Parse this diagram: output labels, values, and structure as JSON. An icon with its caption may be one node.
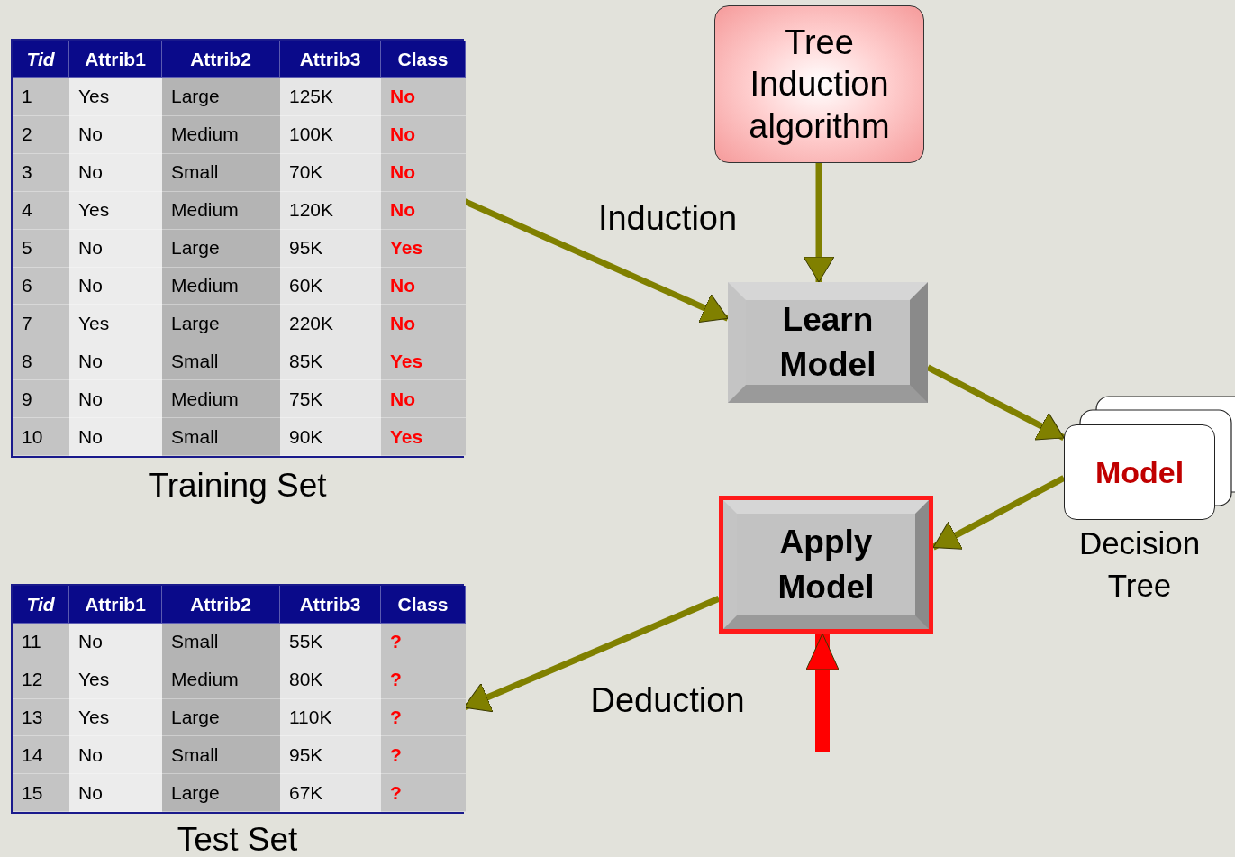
{
  "diagram": {
    "nodes": [
      {
        "text": [
          "Tid",
          "Attrib1",
          "Attrib2",
          "Attrib3",
          "Class",
          "1",
          "Yes",
          "Large",
          "125K",
          "No",
          "2",
          "No",
          "Medium",
          "100K",
          "No",
          "3",
          "No",
          "Small",
          "70K",
          "No",
          "4",
          "Yes",
          "Medium",
          "120K",
          "No",
          "5",
          "No",
          "Large",
          "95K",
          "Yes",
          "6",
          "No",
          "Medium",
          "60K",
          "No",
          "7",
          "Yes",
          "Large",
          "220K",
          "No",
          "8",
          "No",
          "Small",
          "85K",
          "Yes",
          "9",
          "No",
          "Medium",
          "75K",
          "No",
          "10",
          "No",
          "Small",
          "90K",
          "Yes",
          "Training Set"
        ]
      },
      {
        "text": [
          "Tid",
          "Attrib1",
          "Attrib2",
          "Attrib3",
          "Class",
          "11",
          "No",
          "Small",
          "55K",
          "?",
          "12",
          "Yes",
          "Medium",
          "80K",
          "?",
          "13",
          "Yes",
          "Large",
          "110K",
          "?",
          "14",
          "No",
          "Small",
          "95K",
          "?",
          "15",
          "No",
          "Large",
          "67K",
          "?",
          "Test Set"
        ]
      },
      {
        "text": [
          "Tree Induction algorithm"
        ]
      },
      {
        "text": [
          "Learn Model"
        ]
      },
      {
        "text": [
          "Model"
        ],
        "beside": [
          "Decision Tree"
        ]
      },
      {
        "text": [
          "Apply Model"
        ]
      }
    ],
    "edges": [
      {
        "from": 0,
        "to": 3,
        "arrow": "to",
        "label": "Induction"
      },
      {
        "from": 2,
        "to": 3,
        "arrow": "to"
      },
      {
        "from": 3,
        "to": 4,
        "arrow": "to"
      },
      {
        "from": 4,
        "to": 5,
        "arrow": "to"
      },
      {
        "from": 5,
        "to": 1,
        "arrow": "to",
        "label": "Deduction"
      },
      {
        "from": null,
        "to": 5,
        "arrow": "to",
        "style": "thick",
        "color": "#ff0000"
      }
    ]
  }
}
